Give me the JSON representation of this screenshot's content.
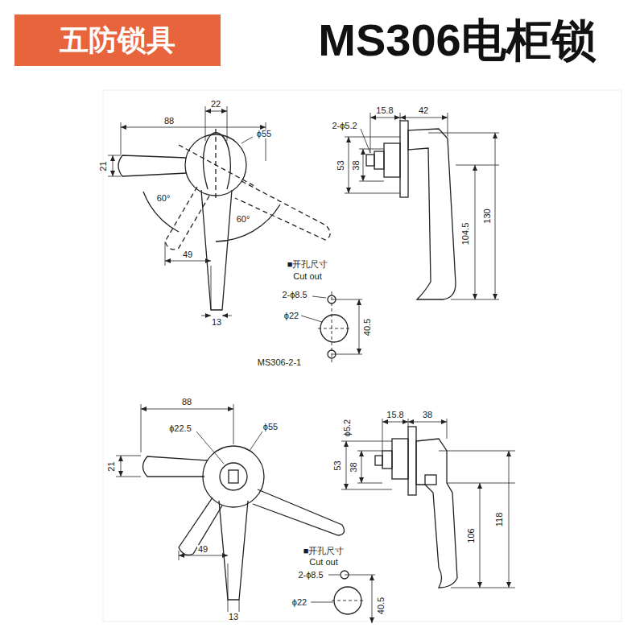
{
  "diagram": {
    "title": "MS306电柜锁",
    "nodes": [
      {
        "text": [
          "五防锁具"
        ]
      }
    ],
    "labels": [
      "88",
      "22",
      "ϕ55",
      "21",
      "60°",
      "60°",
      "49",
      "13",
      "15.8",
      "42",
      "2-ϕ5.2",
      "53",
      "38",
      "104.5",
      "130",
      "■开孔尺寸",
      "Cut out",
      "2-ϕ8.5",
      "ϕ22",
      "40.5",
      "MS306-2-1",
      "88",
      "ϕ22.5",
      "ϕ55",
      "21",
      "49",
      "13",
      "ϕ5.2",
      "15.8",
      "38",
      "53",
      "38",
      "106",
      "118",
      "■开孔尺寸",
      "Cut out",
      "2-ϕ8.5",
      "ϕ22",
      "40.5"
    ]
  }
}
